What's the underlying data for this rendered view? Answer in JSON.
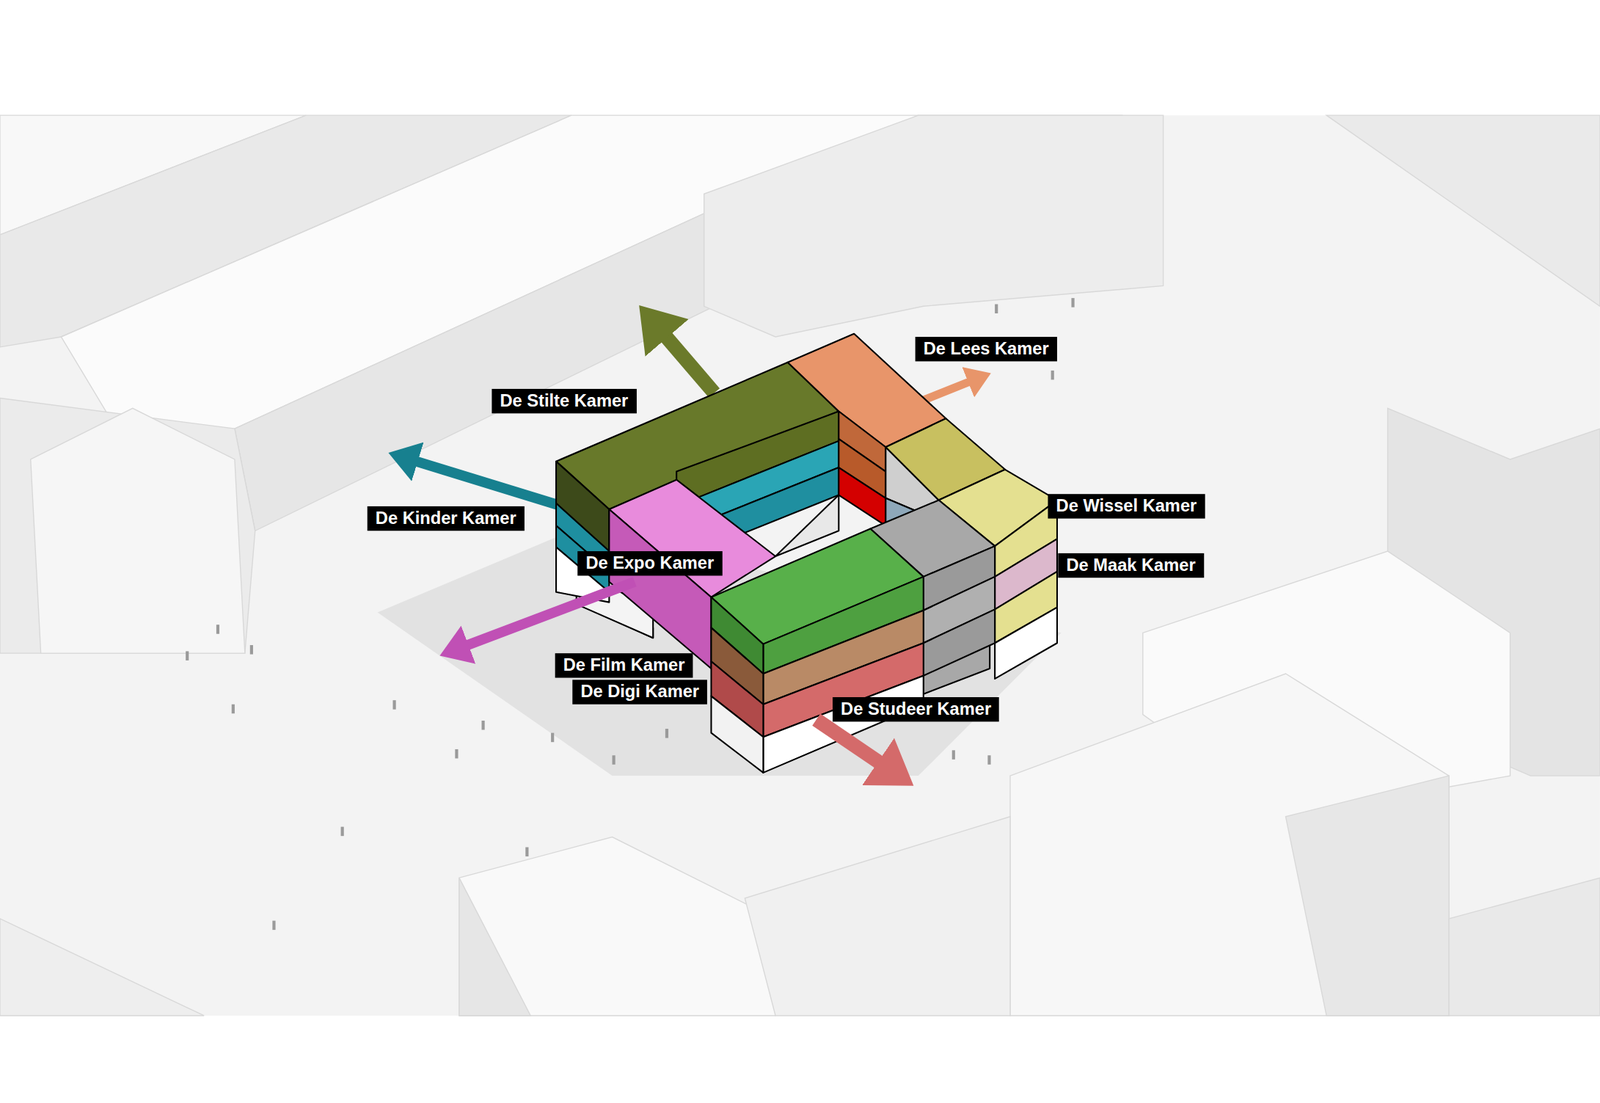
{
  "diagram": {
    "nodes": [
      {
        "text": [
          "De Lees Kamer"
        ]
      },
      {
        "text": [
          "De Stilte Kamer"
        ]
      },
      {
        "text": [
          "De Wissel Kamer"
        ]
      },
      {
        "text": [
          "De Kinder Kamer"
        ]
      },
      {
        "text": [
          "De Expo Kamer"
        ]
      },
      {
        "text": [
          "De Maak Kamer"
        ]
      },
      {
        "text": [
          "De Film Kamer"
        ]
      },
      {
        "text": [
          "De Digi Kamer"
        ]
      },
      {
        "text": [
          "De Studeer Kamer"
        ]
      }
    ]
  }
}
